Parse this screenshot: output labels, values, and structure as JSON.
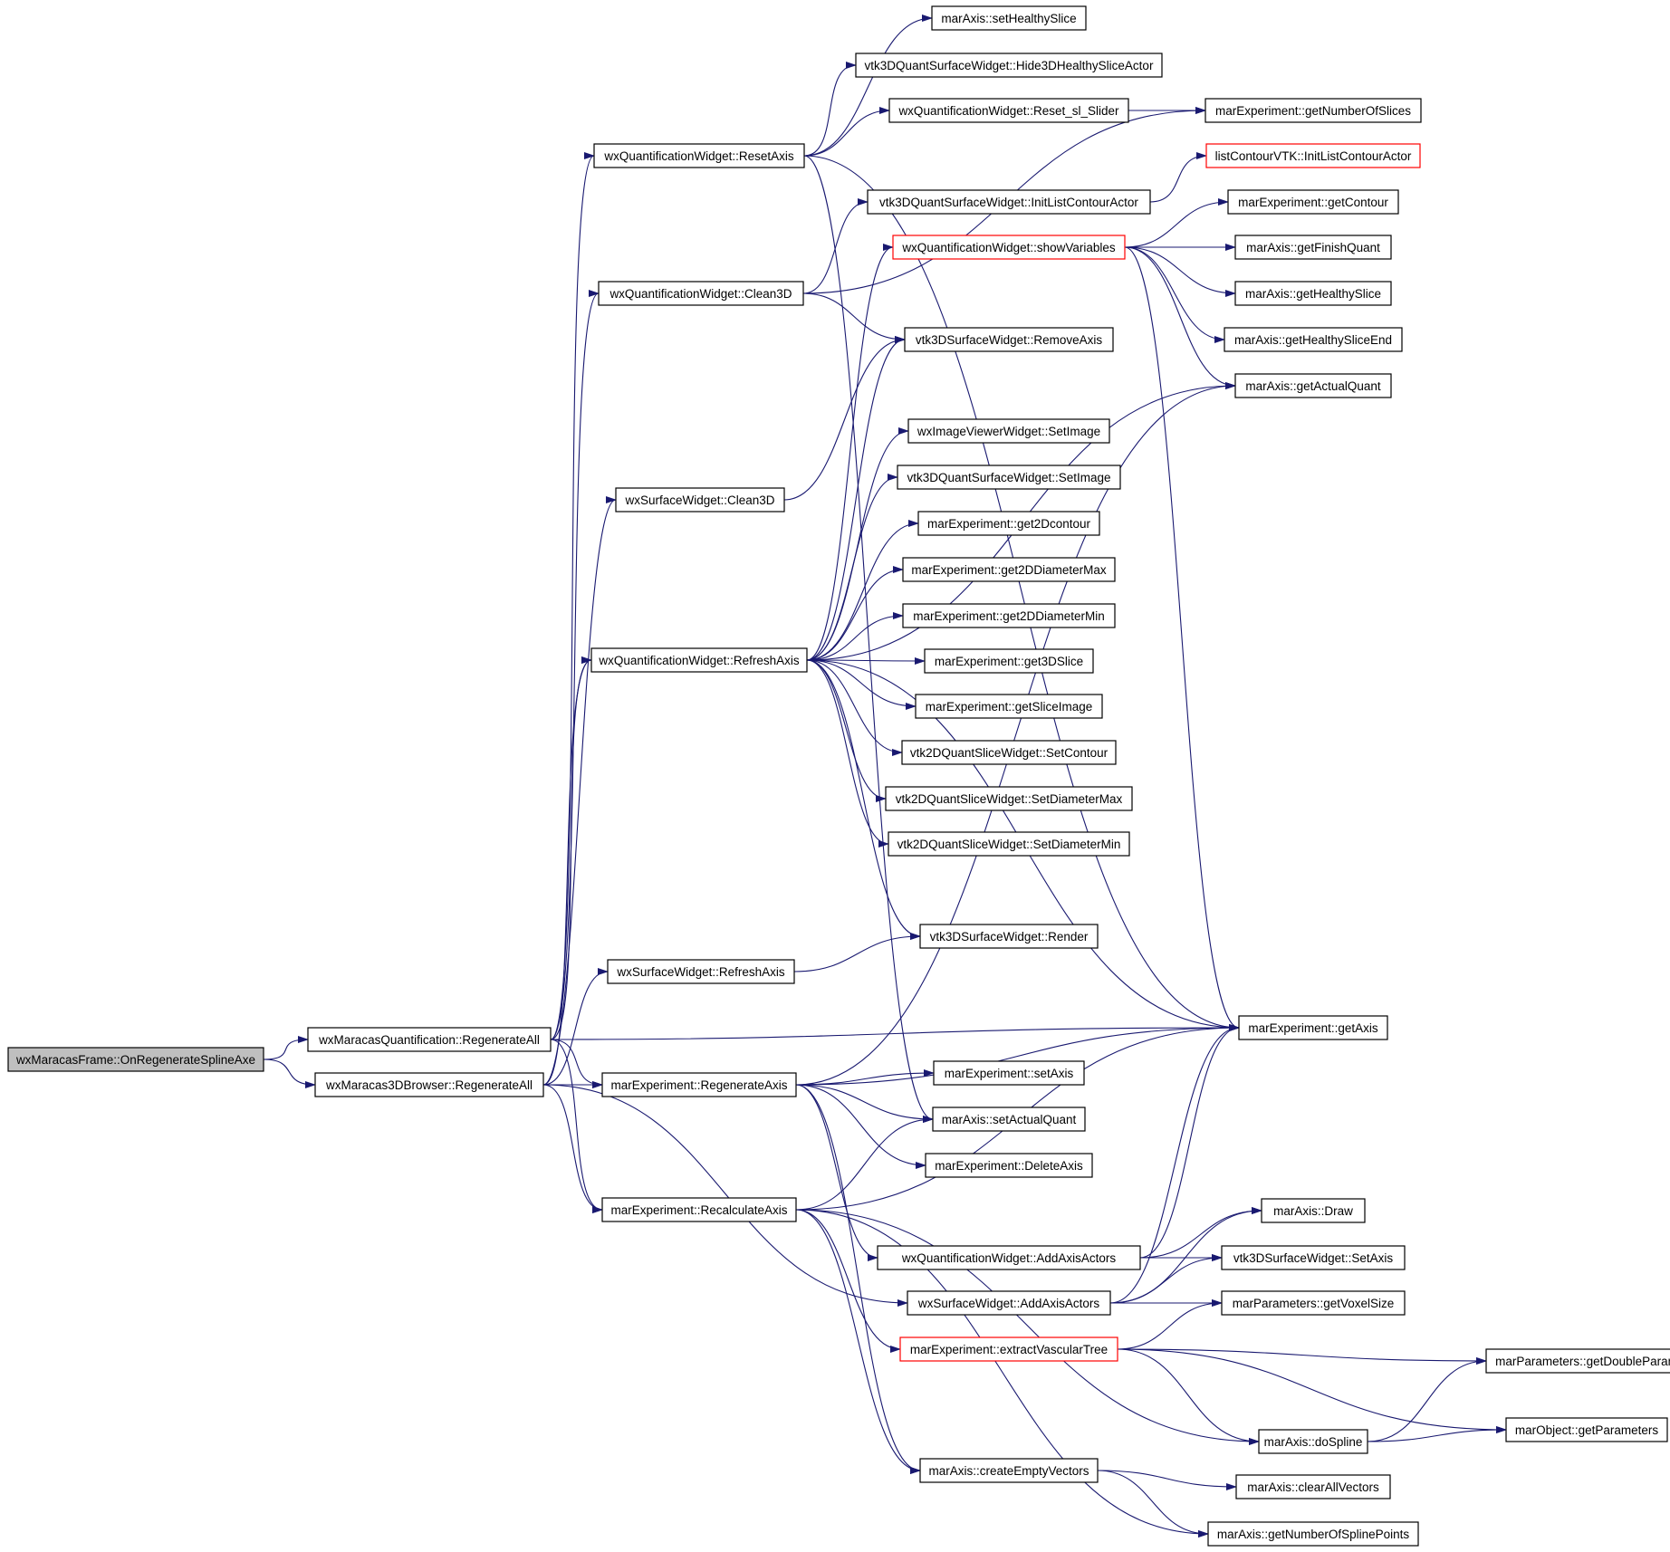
{
  "colors": {
    "edge": "#191970",
    "node_border": "#000000",
    "node_border_highlight": "#ff0000",
    "root_fill": "#bfbfbf",
    "background": "#ffffff"
  },
  "nodes": [
    {
      "id": "n0",
      "label": "wxMaracasFrame::OnRegenerateSplineAxe",
      "kind": "root"
    },
    {
      "id": "n1",
      "label": "wxMaracasQuantification::RegenerateAll"
    },
    {
      "id": "n2",
      "label": "wxMaracas3DBrowser::RegenerateAll"
    },
    {
      "id": "n3",
      "label": "wxQuantificationWidget::ResetAxis"
    },
    {
      "id": "n4",
      "label": "wxQuantificationWidget::Clean3D"
    },
    {
      "id": "n5",
      "label": "wxSurfaceWidget::Clean3D"
    },
    {
      "id": "n6",
      "label": "wxQuantificationWidget::RefreshAxis"
    },
    {
      "id": "n7",
      "label": "wxSurfaceWidget::RefreshAxis"
    },
    {
      "id": "n8",
      "label": "marExperiment::RegenerateAxis"
    },
    {
      "id": "n9",
      "label": "marExperiment::RecalculateAxis"
    },
    {
      "id": "n10",
      "label": "marAxis::setHealthySlice"
    },
    {
      "id": "n11",
      "label": "vtk3DQuantSurfaceWidget::Hide3DHealthySliceActor"
    },
    {
      "id": "n12",
      "label": "wxQuantificationWidget::Reset_sl_Slider"
    },
    {
      "id": "n13",
      "label": "vtk3DQuantSurfaceWidget::InitListContourActor"
    },
    {
      "id": "n14",
      "label": "wxQuantificationWidget::showVariables",
      "kind": "red"
    },
    {
      "id": "n15",
      "label": "vtk3DSurfaceWidget::RemoveAxis"
    },
    {
      "id": "n16",
      "label": "wxImageViewerWidget::SetImage"
    },
    {
      "id": "n17",
      "label": "vtk3DQuantSurfaceWidget::SetImage"
    },
    {
      "id": "n18",
      "label": "marExperiment::get2Dcontour"
    },
    {
      "id": "n19",
      "label": "marExperiment::get2DDiameterMax"
    },
    {
      "id": "n20",
      "label": "marExperiment::get2DDiameterMin"
    },
    {
      "id": "n21",
      "label": "marExperiment::get3DSlice"
    },
    {
      "id": "n22",
      "label": "marExperiment::getSliceImage"
    },
    {
      "id": "n23",
      "label": "vtk2DQuantSliceWidget::SetContour"
    },
    {
      "id": "n24",
      "label": "vtk2DQuantSliceWidget::SetDiameterMax"
    },
    {
      "id": "n25",
      "label": "vtk2DQuantSliceWidget::SetDiameterMin"
    },
    {
      "id": "n26",
      "label": "vtk3DSurfaceWidget::Render"
    },
    {
      "id": "n27",
      "label": "marExperiment::setAxis"
    },
    {
      "id": "n28",
      "label": "marAxis::setActualQuant"
    },
    {
      "id": "n29",
      "label": "marExperiment::DeleteAxis"
    },
    {
      "id": "n30",
      "label": "wxQuantificationWidget::AddAxisActors"
    },
    {
      "id": "n31",
      "label": "wxSurfaceWidget::AddAxisActors"
    },
    {
      "id": "n32",
      "label": "marExperiment::extractVascularTree",
      "kind": "red"
    },
    {
      "id": "n33",
      "label": "marAxis::createEmptyVectors"
    },
    {
      "id": "n34",
      "label": "marExperiment::getNumberOfSlices"
    },
    {
      "id": "n35",
      "label": "listContourVTK::InitListContourActor",
      "kind": "red"
    },
    {
      "id": "n36",
      "label": "marExperiment::getContour"
    },
    {
      "id": "n37",
      "label": "marAxis::getFinishQuant"
    },
    {
      "id": "n38",
      "label": "marAxis::getHealthySlice"
    },
    {
      "id": "n39",
      "label": "marAxis::getHealthySliceEnd"
    },
    {
      "id": "n40",
      "label": "marAxis::getActualQuant"
    },
    {
      "id": "n41",
      "label": "marExperiment::getAxis"
    },
    {
      "id": "n42",
      "label": "marAxis::Draw"
    },
    {
      "id": "n43",
      "label": "vtk3DSurfaceWidget::SetAxis"
    },
    {
      "id": "n44",
      "label": "marParameters::getVoxelSize"
    },
    {
      "id": "n45",
      "label": "marAxis::doSpline"
    },
    {
      "id": "n46",
      "label": "marAxis::clearAllVectors"
    },
    {
      "id": "n47",
      "label": "marAxis::getNumberOfSplinePoints"
    },
    {
      "id": "n48",
      "label": "marParameters::getDoubleParam"
    },
    {
      "id": "n49",
      "label": "marObject::getParameters"
    }
  ],
  "edges": [
    [
      "n0",
      "n1"
    ],
    [
      "n0",
      "n2"
    ],
    [
      "n1",
      "n3"
    ],
    [
      "n1",
      "n4"
    ],
    [
      "n1",
      "n6"
    ],
    [
      "n1",
      "n8"
    ],
    [
      "n1",
      "n9"
    ],
    [
      "n1",
      "n41"
    ],
    [
      "n2",
      "n5"
    ],
    [
      "n2",
      "n7"
    ],
    [
      "n2",
      "n8"
    ],
    [
      "n2",
      "n9"
    ],
    [
      "n2",
      "n31"
    ],
    [
      "n2",
      "n6"
    ],
    [
      "n3",
      "n10"
    ],
    [
      "n3",
      "n11"
    ],
    [
      "n3",
      "n12"
    ],
    [
      "n3",
      "n41"
    ],
    [
      "n3",
      "n28"
    ],
    [
      "n12",
      "n34"
    ],
    [
      "n4",
      "n13"
    ],
    [
      "n4",
      "n15"
    ],
    [
      "n4",
      "n34"
    ],
    [
      "n13",
      "n35"
    ],
    [
      "n5",
      "n15"
    ],
    [
      "n6",
      "n14"
    ],
    [
      "n6",
      "n16"
    ],
    [
      "n6",
      "n17"
    ],
    [
      "n6",
      "n18"
    ],
    [
      "n6",
      "n19"
    ],
    [
      "n6",
      "n20"
    ],
    [
      "n6",
      "n21"
    ],
    [
      "n6",
      "n22"
    ],
    [
      "n6",
      "n23"
    ],
    [
      "n6",
      "n24"
    ],
    [
      "n6",
      "n25"
    ],
    [
      "n6",
      "n26"
    ],
    [
      "n6",
      "n40"
    ],
    [
      "n6",
      "n41"
    ],
    [
      "n6",
      "n15"
    ],
    [
      "n14",
      "n36"
    ],
    [
      "n14",
      "n37"
    ],
    [
      "n14",
      "n38"
    ],
    [
      "n14",
      "n39"
    ],
    [
      "n14",
      "n40"
    ],
    [
      "n14",
      "n41"
    ],
    [
      "n7",
      "n26"
    ],
    [
      "n8",
      "n27"
    ],
    [
      "n8",
      "n28"
    ],
    [
      "n8",
      "n29"
    ],
    [
      "n8",
      "n30"
    ],
    [
      "n8",
      "n33"
    ],
    [
      "n8",
      "n41"
    ],
    [
      "n8",
      "n40"
    ],
    [
      "n9",
      "n28"
    ],
    [
      "n9",
      "n32"
    ],
    [
      "n9",
      "n33"
    ],
    [
      "n9",
      "n41"
    ],
    [
      "n9",
      "n45"
    ],
    [
      "n9",
      "n47"
    ],
    [
      "n30",
      "n42"
    ],
    [
      "n30",
      "n43"
    ],
    [
      "n30",
      "n41"
    ],
    [
      "n31",
      "n42"
    ],
    [
      "n31",
      "n43"
    ],
    [
      "n31",
      "n44"
    ],
    [
      "n31",
      "n41"
    ],
    [
      "n32",
      "n44"
    ],
    [
      "n32",
      "n48"
    ],
    [
      "n32",
      "n49"
    ],
    [
      "n32",
      "n45"
    ],
    [
      "n33",
      "n46"
    ],
    [
      "n33",
      "n47"
    ],
    [
      "n45",
      "n48"
    ],
    [
      "n45",
      "n49"
    ]
  ]
}
